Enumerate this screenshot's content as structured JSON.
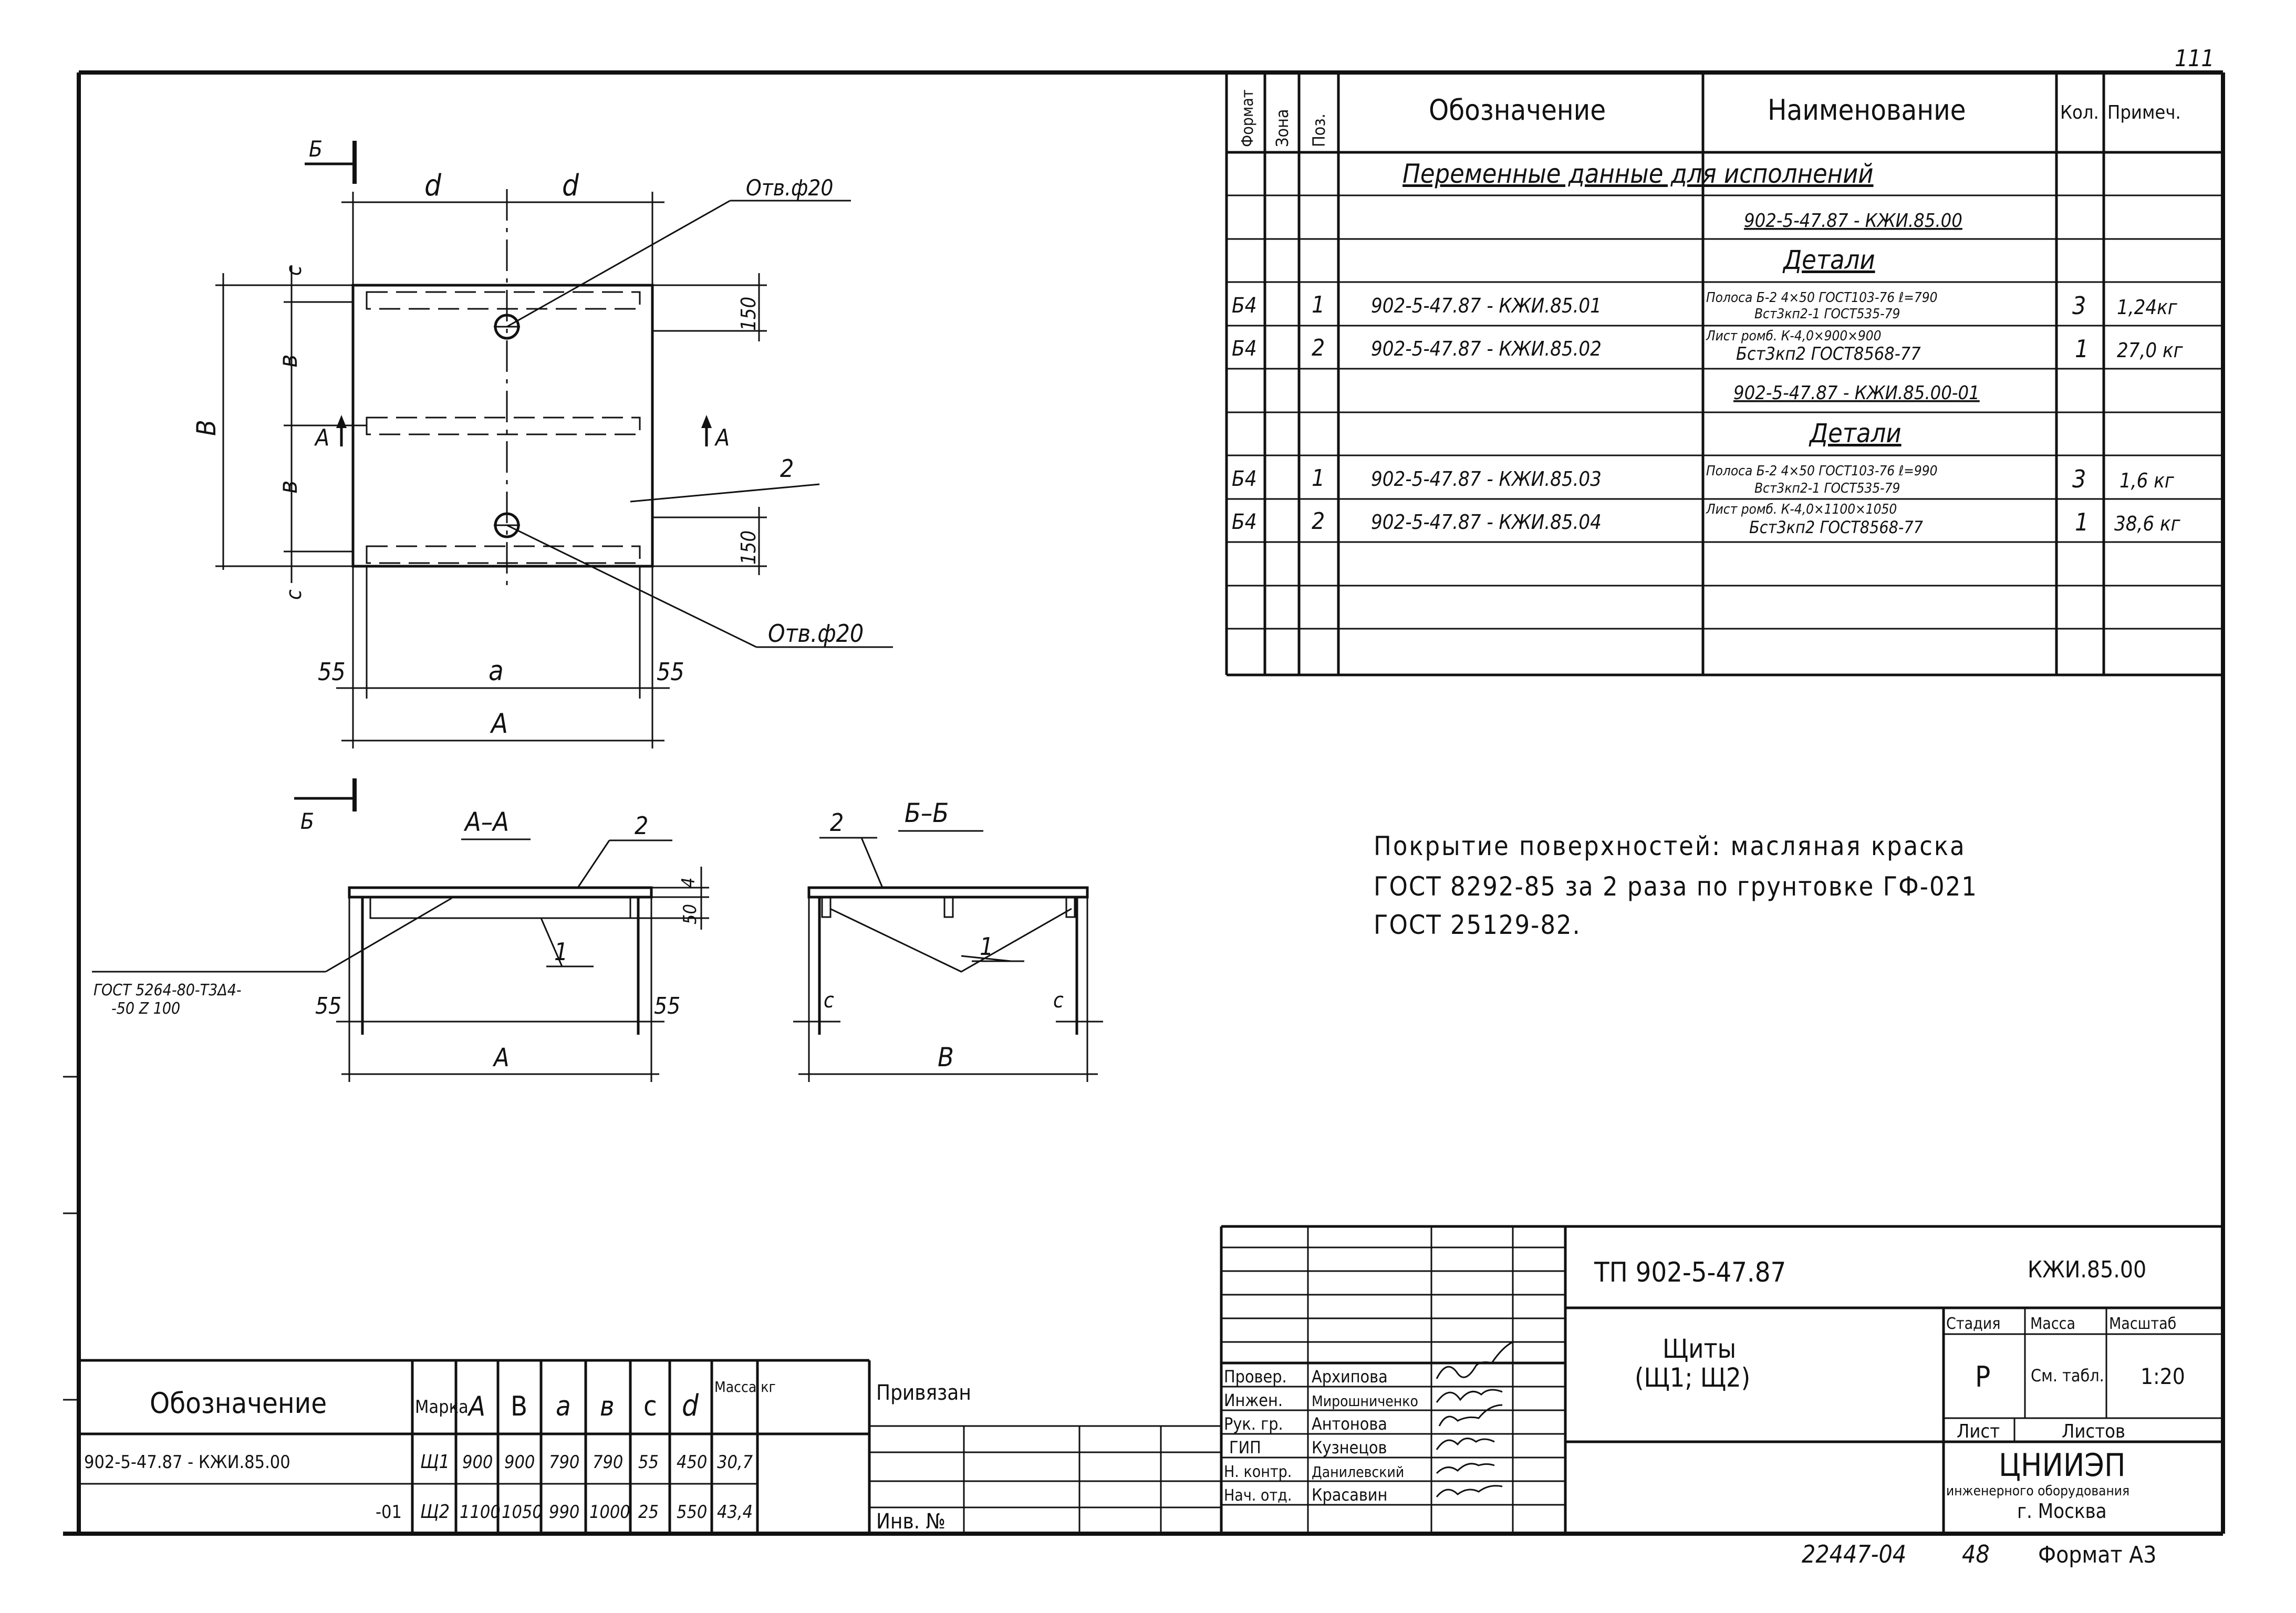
{
  "page_number": "111",
  "plan": {
    "label_b_top": "Б",
    "label_b_bottom": "Б",
    "dim_d1": "d",
    "dim_d2": "d",
    "dim_c_top": "c",
    "dim_c_bottom": "c",
    "dim_b_upper": "в",
    "dim_b_lower": "в",
    "dim_B": "В",
    "dim_150_top": "150",
    "dim_150_bottom": "150",
    "section_a_left": "А",
    "section_a_right": "А",
    "pos2": "2",
    "dim_55_left": "55",
    "dim_a": "а",
    "dim_55_right": "55",
    "dim_A": "А",
    "hole_top": "Отв.ф20",
    "hole_bottom": "Отв.ф20"
  },
  "section_aa": {
    "title": "А–А",
    "pos2": "2",
    "pos1": "1",
    "dim_4": "4",
    "dim_50": "50",
    "dim_55_left": "55",
    "dim_55_right": "55",
    "dim_A": "А",
    "weld_line1": "ГОСТ 5264-80-Т3Δ4-",
    "weld_line2": "-50 Z 100"
  },
  "section_bb": {
    "title": "Б–Б",
    "pos2": "2",
    "pos1": "1",
    "dim_c_left": "с",
    "dim_c_right": "с",
    "dim_B": "В"
  },
  "coating_note": {
    "line1": "Покрытие поверхностей: масляная краска",
    "line2": "ГОСТ 8292-85 за 2 раза по грунтовке ГФ-021",
    "line3": "ГОСТ 25129-82."
  },
  "spec_table": {
    "headers": [
      "Формат",
      "Зона",
      "Поз.",
      "Обозначение",
      "Наименование",
      "Кол.",
      "Примеч."
    ],
    "title": "Переменные данные для исполнений",
    "variant1": "902-5-47.87 - КЖИ.85.00",
    "details_label": "Детали",
    "rows1": [
      {
        "format": "Б4",
        "pos": "1",
        "designation": "902-5-47.87 - КЖИ.85.01",
        "name1": "Полоса Б-2 4×50 ГОСТ103-76 ℓ=790",
        "name2": "Вст3кп2-1 ГОСТ535-79",
        "qty": "3",
        "note": "1,24кг"
      },
      {
        "format": "Б4",
        "pos": "2",
        "designation": "902-5-47.87 - КЖИ.85.02",
        "name1": "Лист ромб. К-4,0×900×900",
        "name2": "Бст3кп2 ГОСТ8568-77",
        "qty": "1",
        "note": "27,0 кг"
      }
    ],
    "variant2": "902-5-47.87 - КЖИ.85.00-01",
    "details_label2": "Детали",
    "rows2": [
      {
        "format": "Б4",
        "pos": "1",
        "designation": "902-5-47.87 - КЖИ.85.03",
        "name1": "Полоса Б-2 4×50 ГОСТ103-76 ℓ=990",
        "name2": "Вст3кп2-1 ГОСТ535-79",
        "qty": "3",
        "note": "1,6 кг"
      },
      {
        "format": "Б4",
        "pos": "2",
        "designation": "902-5-47.87 - КЖИ.85.04",
        "name1": "Лист ромб. К-4,0×1100×1050",
        "name2": "Бст3кп2 ГОСТ8568-77",
        "qty": "1",
        "note": "38,6 кг"
      }
    ]
  },
  "variants_table": {
    "headers": [
      "Обозначение",
      "Марка",
      "А",
      "В",
      "а",
      "в",
      "с",
      "d",
      "Масса кг"
    ],
    "rows": [
      [
        "902-5-47.87 - КЖИ.85.00",
        "Щ1",
        "900",
        "900",
        "790",
        "790",
        "55",
        "450",
        "30,7"
      ],
      [
        "-01",
        "Щ2",
        "1100",
        "1050",
        "990",
        "1000",
        "25",
        "550",
        "43,4"
      ]
    ]
  },
  "binding": {
    "title": "Привязан",
    "inv": "Инв. №"
  },
  "title_block": {
    "project": "ТП 902-5-47.87",
    "code": "КЖИ.85.00",
    "name_line1": "Щиты",
    "name_line2": "(Щ1; Щ2)",
    "stage_label": "Стадия",
    "mass_label": "Масса",
    "scale_label": "Масштаб",
    "stage": "Р",
    "mass": "См. табл.",
    "scale": "1:20",
    "sheet_label": "Лист",
    "sheets_label": "Листов",
    "org_name": "ЦНИИЭП",
    "org_sub": "инженерного оборудования",
    "org_city": "г. Москва",
    "signatures": [
      {
        "role": "Провер.",
        "name": "Архипова"
      },
      {
        "role": "Инжен.",
        "name": "Мирошниченко"
      },
      {
        "role": "Рук. гр.",
        "name": "Антонова"
      },
      {
        "role": "ГИП",
        "name": "Кузнецов"
      },
      {
        "role": "Н. контр.",
        "name": "Данилевский"
      },
      {
        "role": "Нач. отд.",
        "name": "Красавин"
      }
    ]
  },
  "footer": {
    "doc_number": "22447-04",
    "sheet_no": "48",
    "format": "Формат А3"
  }
}
